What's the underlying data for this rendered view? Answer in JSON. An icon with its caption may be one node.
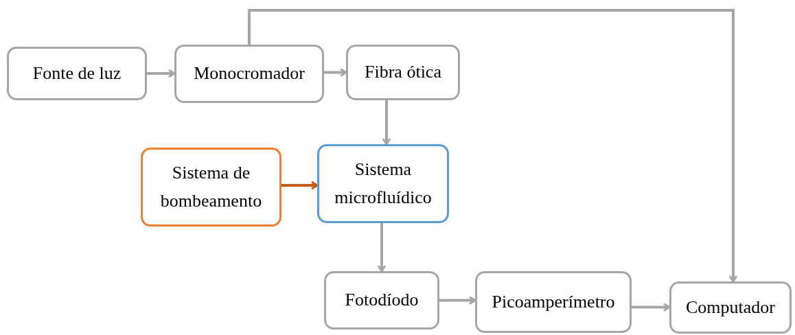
{
  "diagram": {
    "nodes": [
      {
        "text": [
          "Fonte de luz"
        ]
      },
      {
        "text": [
          "Monocromador"
        ]
      },
      {
        "text": [
          "Fibra ótica"
        ]
      },
      {
        "text": [
          "Sistema de bombeamento"
        ]
      },
      {
        "text": [
          "Sistema microfluídico"
        ]
      },
      {
        "text": [
          "Fotodíodo"
        ]
      },
      {
        "text": [
          "Picoamperímetro"
        ]
      },
      {
        "text": [
          "Computador"
        ]
      }
    ],
    "edges": [
      {
        "from": 0,
        "to": 1,
        "arrow": "to"
      },
      {
        "from": 1,
        "to": 2,
        "arrow": "to"
      },
      {
        "from": 1,
        "to": 7,
        "arrow": "to"
      },
      {
        "from": 2,
        "to": 4,
        "arrow": "to"
      },
      {
        "from": 3,
        "to": 4,
        "arrow": "to",
        "color": "#c55a11"
      },
      {
        "from": 4,
        "to": 5,
        "arrow": "to"
      },
      {
        "from": 5,
        "to": 6,
        "arrow": "to"
      },
      {
        "from": 6,
        "to": 7,
        "arrow": "to"
      }
    ]
  }
}
